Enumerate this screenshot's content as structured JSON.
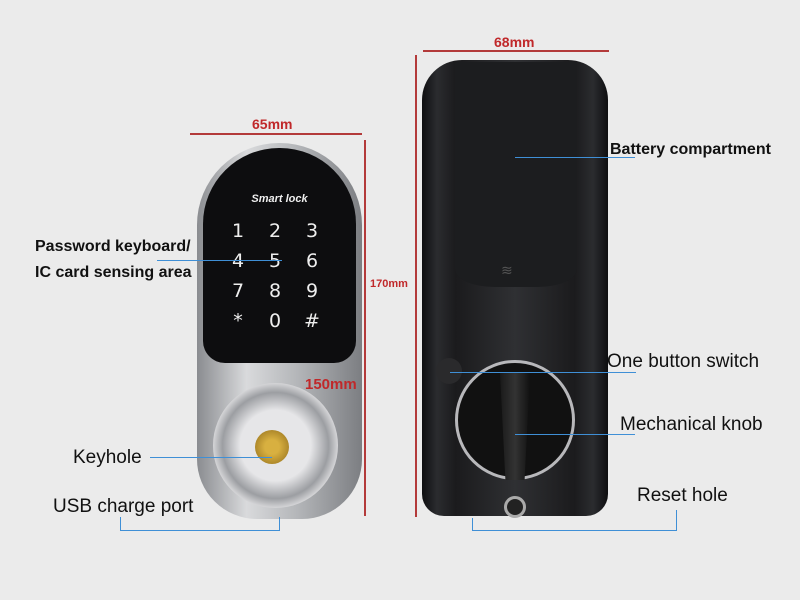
{
  "dimensions": {
    "front_width": "65mm",
    "front_height": "150mm",
    "back_width": "68mm",
    "back_height": "170mm"
  },
  "front": {
    "brand": "Smart lock",
    "keys": [
      "1",
      "2",
      "3",
      "4",
      "5",
      "6",
      "7",
      "8",
      "9",
      "*",
      "0",
      "#"
    ]
  },
  "labels": {
    "password_line1": "Password keyboard/",
    "password_line2": "IC card sensing area",
    "keyhole": "Keyhole",
    "usb": "USB charge port",
    "battery": "Battery compartment",
    "button": "One button switch",
    "knob": "Mechanical knob",
    "reset": "Reset hole"
  },
  "colors": {
    "dimension": "#c0282a",
    "leader": "#3f8fd6",
    "background": "#ebebeb"
  }
}
